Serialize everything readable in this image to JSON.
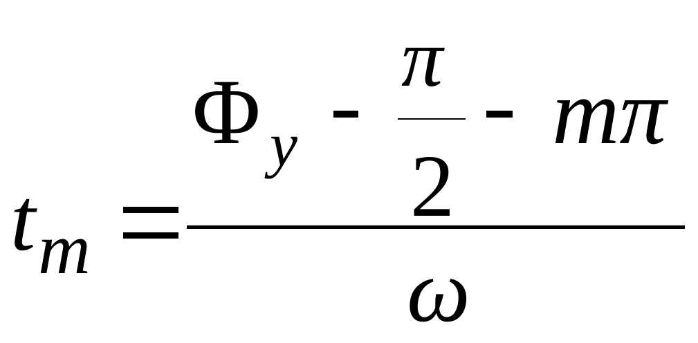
{
  "formula": {
    "lhs_variable": "t",
    "lhs_subscript": "m",
    "numerator": {
      "phi": "Φ",
      "phi_subscript": "y",
      "pi_over_2": {
        "numerator": "π",
        "denominator": "2"
      },
      "last_term": "mπ"
    },
    "denominator": "ω",
    "operators": {
      "equals": "=",
      "minus": "-"
    }
  }
}
